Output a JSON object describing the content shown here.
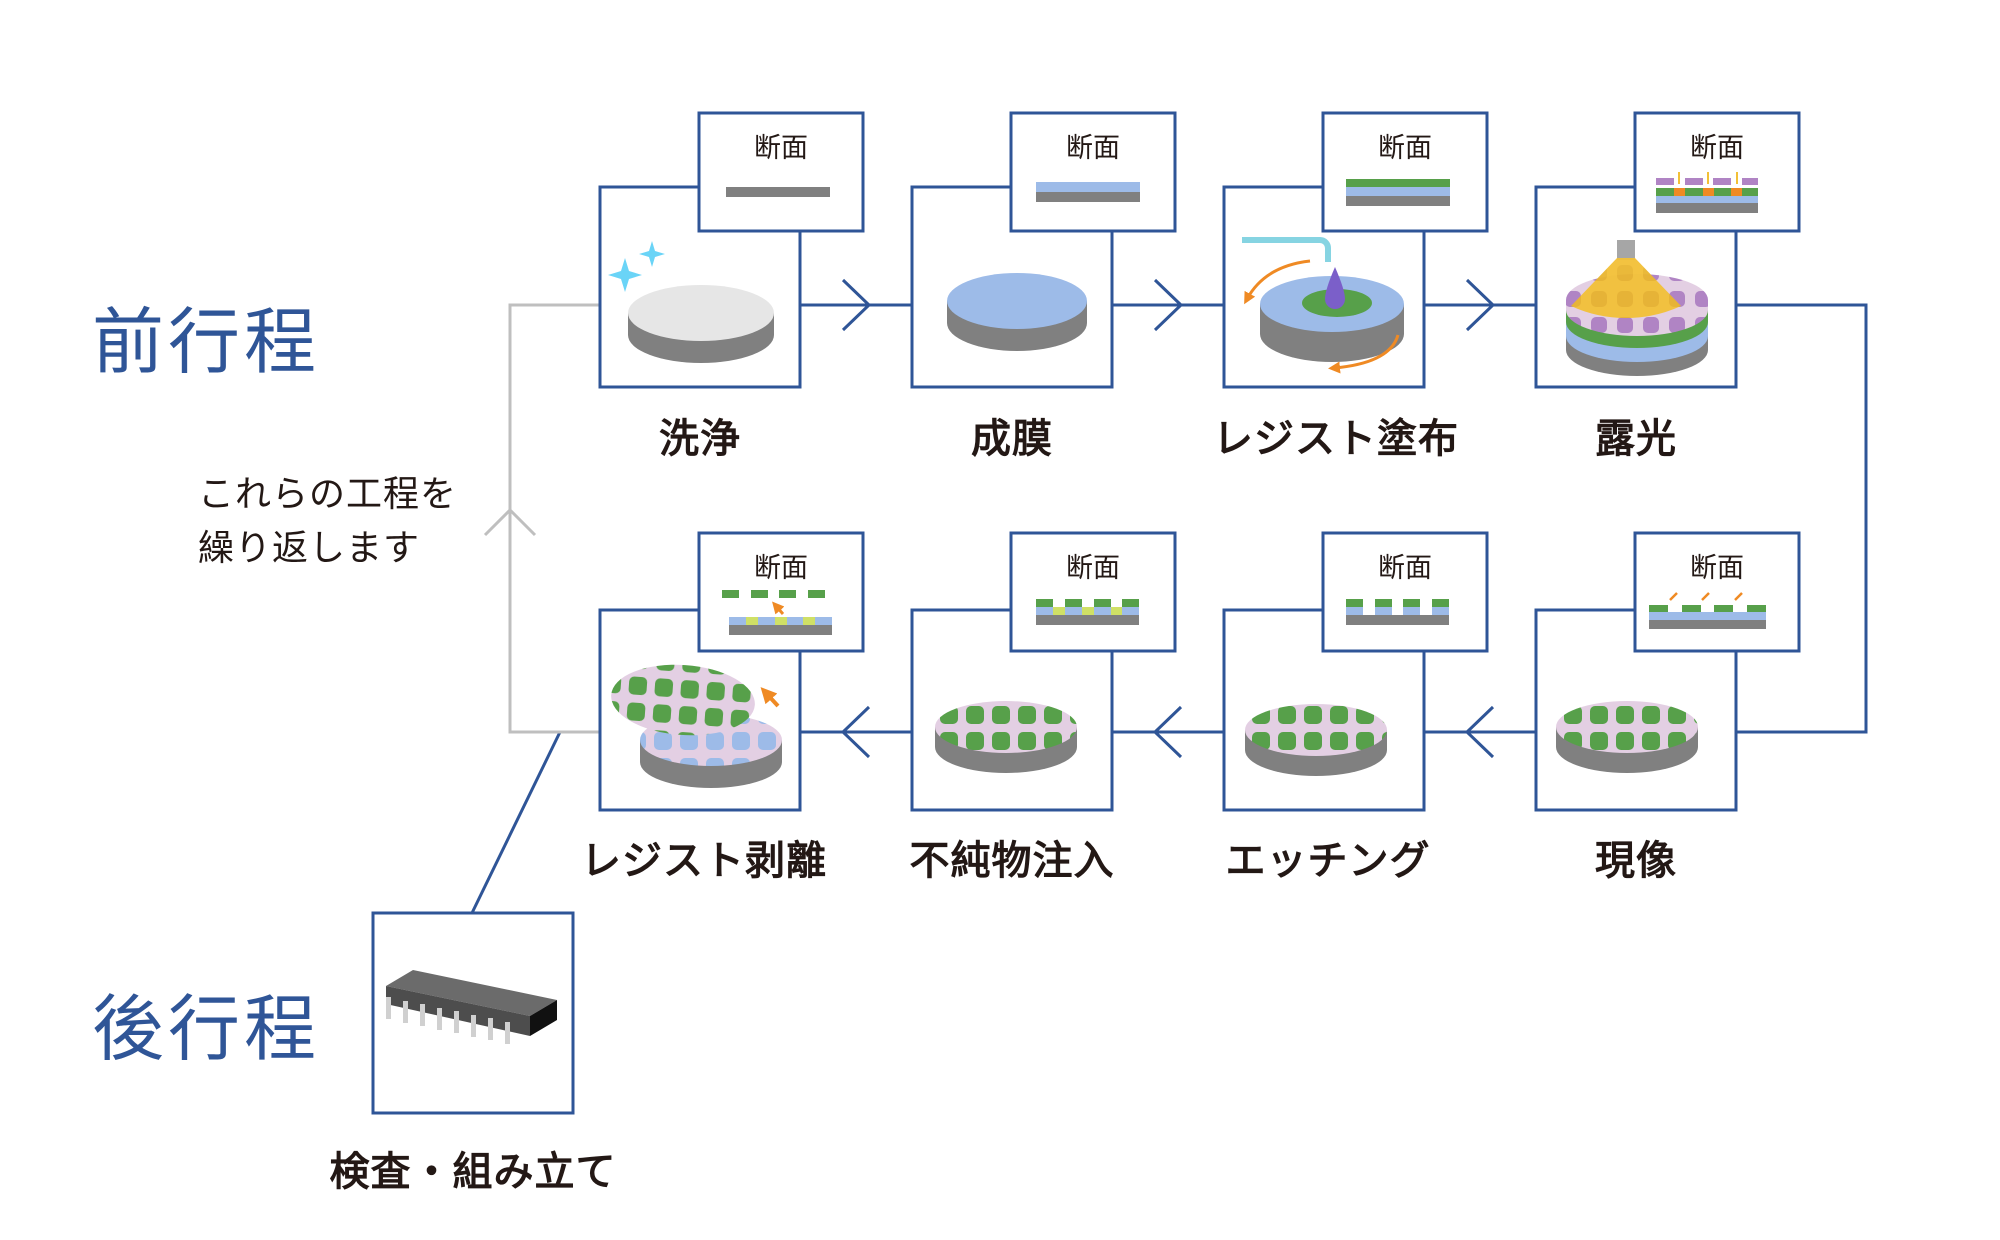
{
  "phases": {
    "front_end": "前行程",
    "back_end": "後行程"
  },
  "repeat_note": {
    "line1": "これらの工程を",
    "line2": "繰り返します"
  },
  "cross_section_label": "断面",
  "colors": {
    "frame_blue": "#2f5597",
    "loop_gray": "#bfbfbf",
    "wafer_gray": "#808080",
    "wafer_top_light": "#e6e6e6",
    "film_blue": "#9dbbe8",
    "resist_green": "#57a04a",
    "pattern_pink": "#e3cfe3",
    "mask_purple": "#b084c4",
    "light_yellow": "#f2c037",
    "exposed_orange": "#ef8a24",
    "impurity_lime": "#cfe066",
    "sparkle_cyan": "#6ad4f7",
    "droplet_purple": "#7b5fc9",
    "text_dark": "#231815"
  },
  "steps": [
    {
      "id": "cleaning",
      "label": "洗浄",
      "row": "top",
      "order": 1
    },
    {
      "id": "deposition",
      "label": "成膜",
      "row": "top",
      "order": 2
    },
    {
      "id": "resist-coating",
      "label": "レジスト塗布",
      "row": "top",
      "order": 3
    },
    {
      "id": "exposure",
      "label": "露光",
      "row": "top",
      "order": 4
    },
    {
      "id": "development",
      "label": "現像",
      "row": "bottom",
      "order": 5
    },
    {
      "id": "etching",
      "label": "エッチング",
      "row": "bottom",
      "order": 6
    },
    {
      "id": "implantation",
      "label": "不純物注入",
      "row": "bottom",
      "order": 7
    },
    {
      "id": "resist-stripping",
      "label": "レジスト剥離",
      "row": "bottom",
      "order": 8
    }
  ],
  "back_end_step": {
    "id": "inspection-assembly",
    "label": "検査・組み立て"
  }
}
